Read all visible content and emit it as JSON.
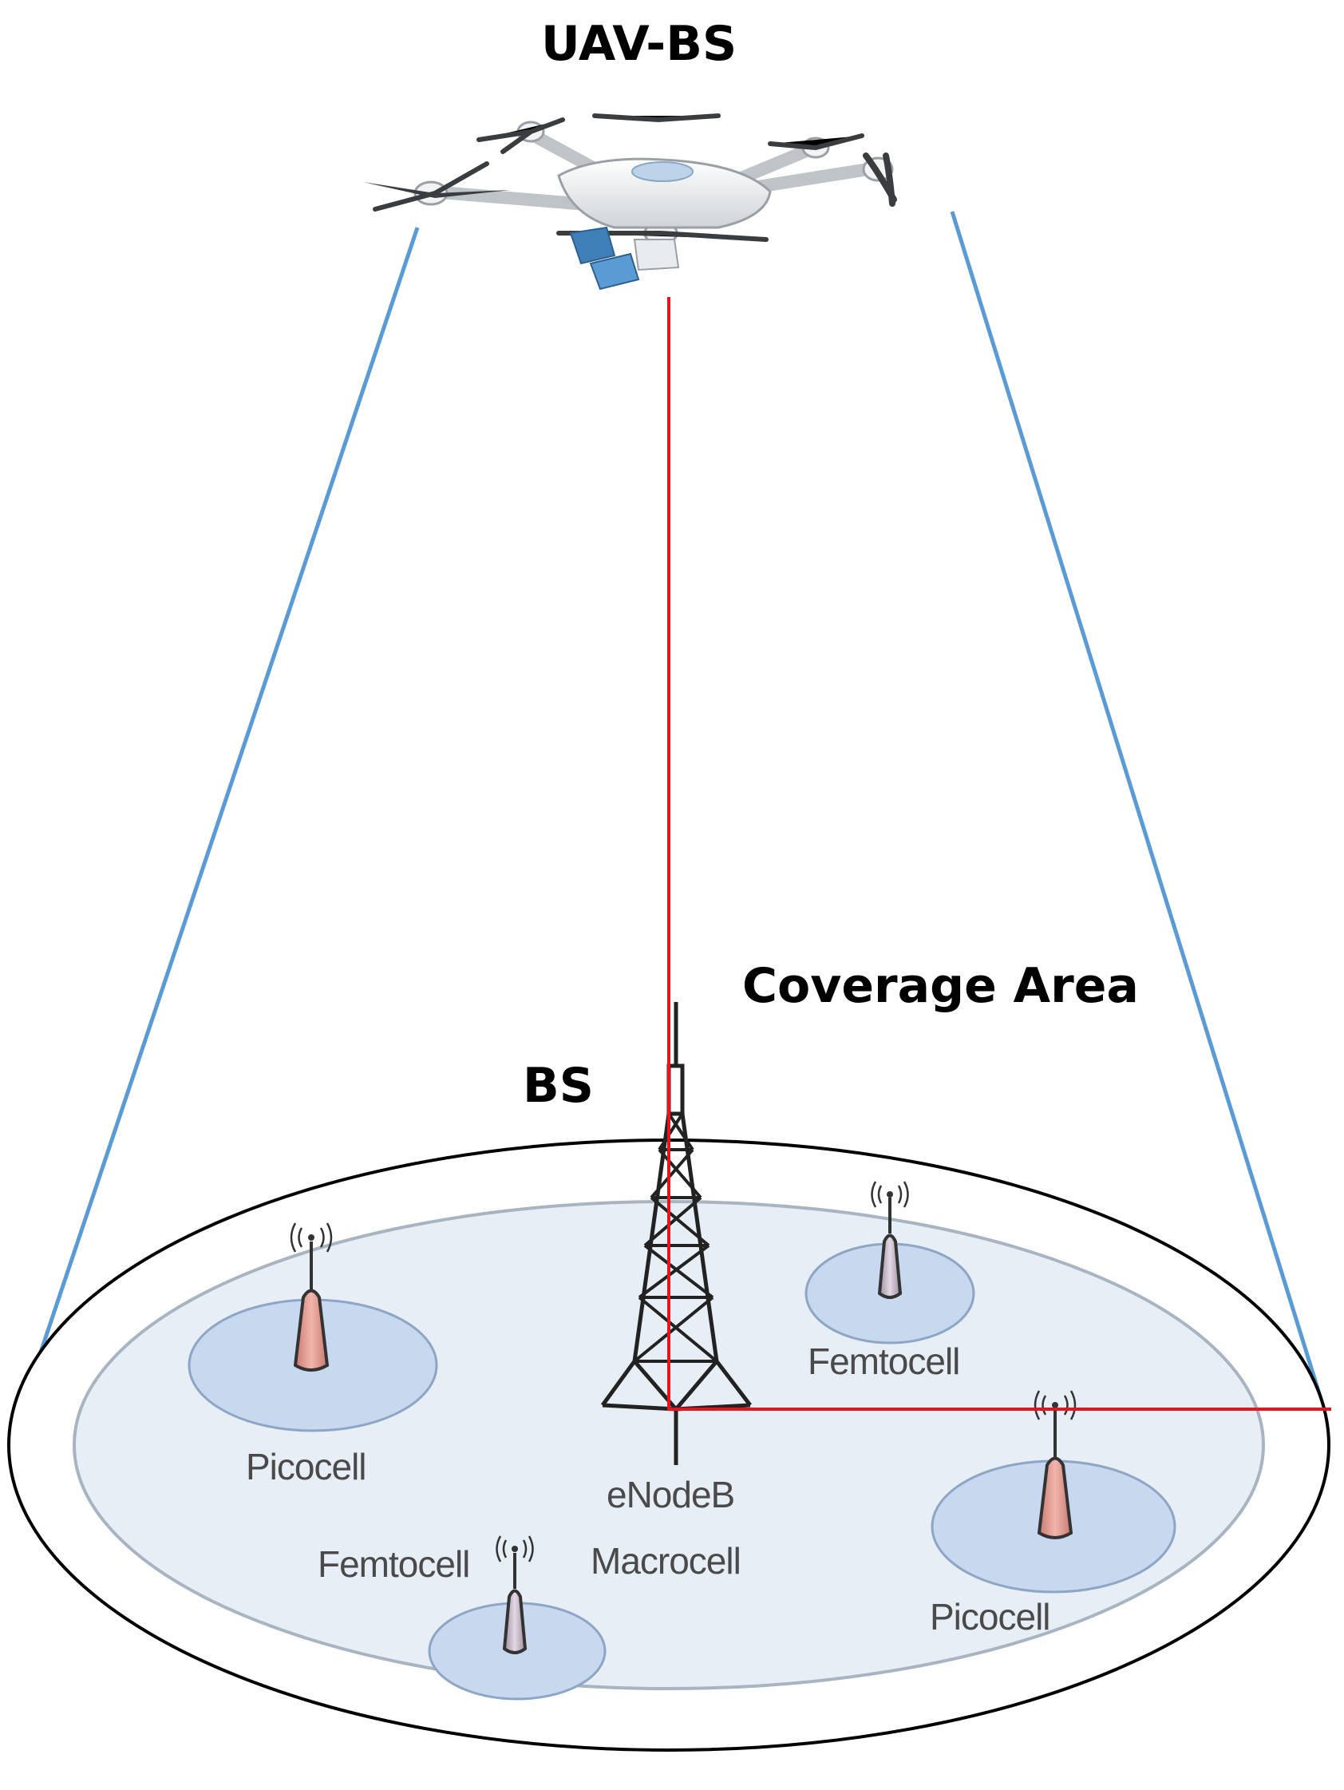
{
  "labels": {
    "uav": "UAV-BS",
    "coverage": "Coverage Area",
    "bs": "BS",
    "picocell_left": "Picocell",
    "picocell_right": "Picocell",
    "femtocell_top": "Femtocell",
    "femtocell_bottom": "Femtocell",
    "enodeb": "eNodeB",
    "macrocell": "Macrocell"
  },
  "colors": {
    "cone_line": "#5b9bd5",
    "radius_line": "#e8141b",
    "outer_ellipse": "#000000",
    "macro_area_fill": "#e8eef6",
    "small_cell_fill": "#c7d8ef",
    "pico_antenna": "#e6a39a",
    "femto_antenna": "#c9b8c8",
    "label_text": "#4a4a4a"
  }
}
